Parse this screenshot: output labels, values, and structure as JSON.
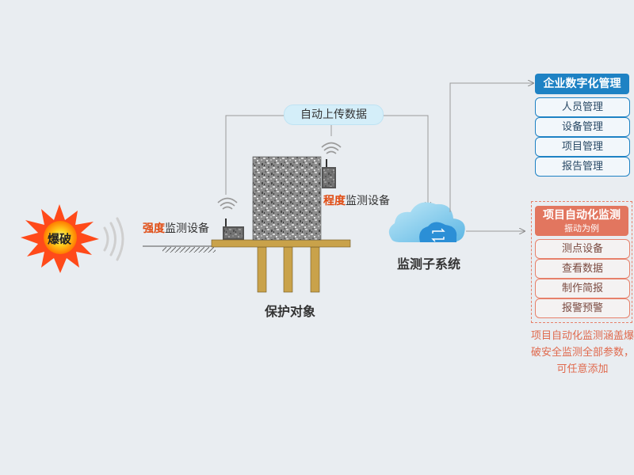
{
  "upload_label": "自动上传数据",
  "explosion": {
    "label": "爆破"
  },
  "strength_device": {
    "highlight": "强度",
    "rest": "监测设备"
  },
  "degree_device": {
    "highlight": "程度",
    "rest": "监测设备"
  },
  "protected_object": "保护对象",
  "subsystem": "监测子系统",
  "enterprise": {
    "title": "企业数字化管理",
    "items": [
      "人员管理",
      "设备管理",
      "项目管理",
      "报告管理"
    ]
  },
  "project": {
    "title": "项目自动化监测",
    "subtitle": "振动为例",
    "items": [
      "测点设备",
      "查看数据",
      "制作简报",
      "报警预警"
    ],
    "note": "项目自动化监测涵盖爆破安全监测全部参数，可任意添加"
  },
  "colors": {
    "background": "#e9edf1",
    "enterprise_blue": "#1e82c4",
    "project_red": "#e2765f",
    "highlight_orange": "#e04b12",
    "cloud_light": "#9fd8f0",
    "cloud_dark": "#2b8fd6"
  },
  "icons": [
    "explosion-icon",
    "shockwave-icon",
    "wifi-icon",
    "sensor-icon",
    "cloud-icon",
    "sync-icon",
    "arrow-icon"
  ]
}
